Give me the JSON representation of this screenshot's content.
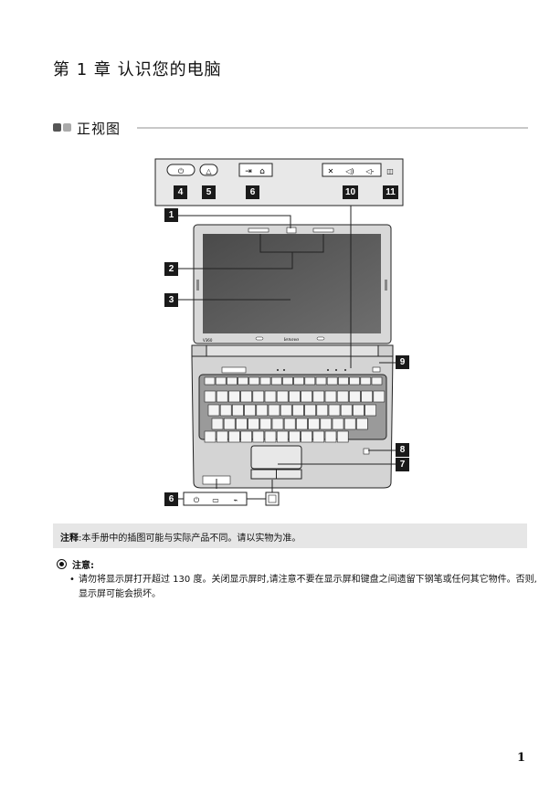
{
  "chapter": {
    "title": "第 1 章  认识您的电脑"
  },
  "section": {
    "title": "正视图"
  },
  "diagram": {
    "callouts": [
      "1",
      "2",
      "3",
      "4",
      "5",
      "6",
      "7",
      "8",
      "9",
      "10",
      "11",
      "6"
    ],
    "lid_text": {
      "model": "V360",
      "brand": "lenovo"
    }
  },
  "note": {
    "label": "注释",
    "text": ":本手册中的插图可能与实际产品不同。请以实物为准。"
  },
  "caution": {
    "title": "注意:",
    "items": [
      "请勿将显示屏打开超过 130 度。关闭显示屏时,请注意不要在显示屏和键盘之间遗留下钢笔或任何其它物件。否则,显示屏可能会损坏。"
    ]
  },
  "page": {
    "number": "1"
  }
}
